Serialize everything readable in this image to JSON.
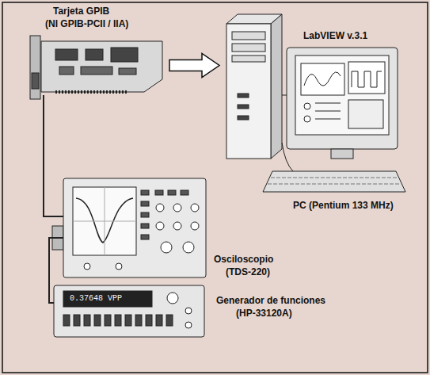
{
  "diagram": {
    "nodes": [
      {
        "text": [
          "Tarjeta GPIB",
          "(NI GPIB-PCII / IIA)"
        ]
      },
      {
        "text": [
          "LabVIEW v.3.1",
          "PC (Pentium 133 MHz)"
        ]
      },
      {
        "text": [
          "Osciloscopio",
          "(TDS-220)"
        ]
      },
      {
        "text": [
          "Generador de funciones",
          "(HP-33120A)"
        ]
      }
    ],
    "edges": [
      {
        "from": 0,
        "to": 1,
        "arrow": "to"
      },
      {
        "from": 0,
        "to": 2,
        "arrow": "none"
      },
      {
        "from": 2,
        "to": 3,
        "arrow": "none"
      }
    ],
    "labels": [
      "0.37648 VPP"
    ]
  }
}
